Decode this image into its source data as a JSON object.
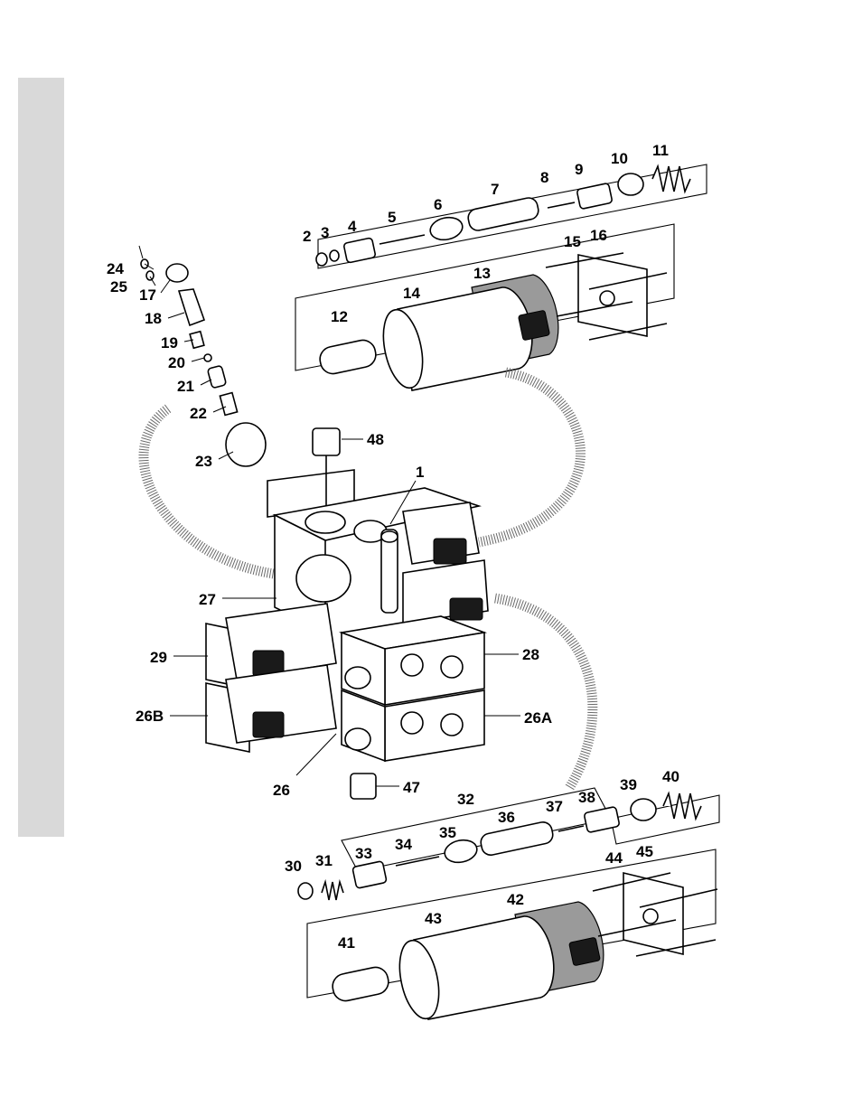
{
  "callouts": {
    "c1": "1",
    "c2": "2",
    "c3": "3",
    "c4": "4",
    "c5": "5",
    "c6": "6",
    "c7": "7",
    "c8": "8",
    "c9": "9",
    "c10": "10",
    "c11": "11",
    "c12": "12",
    "c13": "13",
    "c14": "14",
    "c15": "15",
    "c16": "16",
    "c17": "17",
    "c18": "18",
    "c19": "19",
    "c20": "20",
    "c21": "21",
    "c22": "22",
    "c23": "23",
    "c24": "24",
    "c25": "25",
    "c26": "26",
    "c26a": "26A",
    "c26b": "26B",
    "c27": "27",
    "c28": "28",
    "c29": "29",
    "c30": "30",
    "c31": "31",
    "c32": "32",
    "c33": "33",
    "c34": "34",
    "c35": "35",
    "c36": "36",
    "c37": "37",
    "c38": "38",
    "c39": "39",
    "c40": "40",
    "c41": "41",
    "c42": "42",
    "c43": "43",
    "c44": "44",
    "c45": "45",
    "c47": "47",
    "c48": "48"
  },
  "colors": {
    "ink": "#000000",
    "band": "#d9d9d9",
    "shading": "#9a9a9a"
  }
}
